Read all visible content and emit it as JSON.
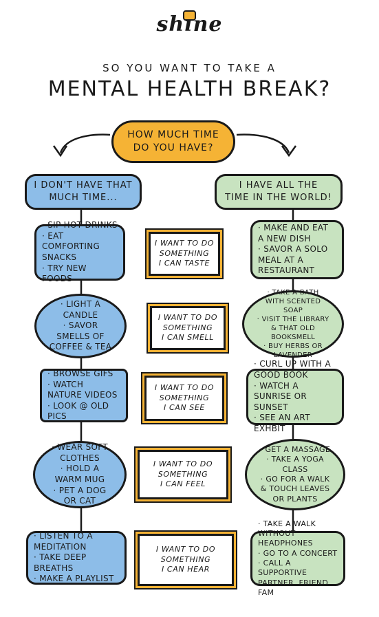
{
  "logo": {
    "text": "shine"
  },
  "heading": {
    "subtitle": "SO YOU WANT TO TAKE A",
    "title": "MENTAL HEALTH BREAK?"
  },
  "question": {
    "line1": "HOW MUCH TIME",
    "line2": "DO YOU HAVE?"
  },
  "left_header": {
    "line1": "I DON'T HAVE THAT",
    "line2": "MUCH TIME..."
  },
  "right_header": {
    "line1": "I HAVE ALL THE",
    "line2": "TIME IN THE WORLD!"
  },
  "rows": [
    {
      "sense": [
        "I WANT TO DO",
        "SOMETHING",
        "I CAN TASTE"
      ],
      "short": [
        "· SIP HOT DRINKS",
        "· EAT COMFORTING SNACKS",
        "· TRY NEW FOODS"
      ],
      "long": [
        "· MAKE AND EAT A NEW DISH",
        "· SAVOR A SOLO MEAL AT A RESTAURANT"
      ]
    },
    {
      "sense": [
        "I WANT TO DO",
        "SOMETHING",
        "I CAN SMELL"
      ],
      "short": [
        "· LIGHT A CANDLE",
        "· SAVOR SMELLS OF COFFEE & TEA"
      ],
      "long": [
        "· TAKE A BATH WITH SCENTED SOAP",
        "· VISIT THE LIBRARY & THAT OLD BOOKSMELL",
        "· BUY HERBS OR LAVENDER"
      ]
    },
    {
      "sense": [
        "I WANT TO DO",
        "SOMETHING",
        "I CAN SEE"
      ],
      "short": [
        "· BROWSE GIFS",
        "· WATCH NATURE VIDEOS",
        "· LOOK @ OLD PICS"
      ],
      "long": [
        "· CURL UP WITH A GOOD BOOK",
        "· WATCH A SUNRISE OR SUNSET",
        "· SEE AN ART EXHBIT"
      ]
    },
    {
      "sense": [
        "I WANT TO DO",
        "SOMETHING",
        "I CAN FEEL"
      ],
      "short": [
        "· WEAR SOFT CLOTHES",
        "· HOLD A WARM MUG",
        "· PET A DOG OR CAT"
      ],
      "long": [
        "· GET A MASSAGE",
        "· TAKE A YOGA CLASS",
        "· GO FOR A WALK & TOUCH LEAVES OR PLANTS"
      ]
    },
    {
      "sense": [
        "I WANT TO DO",
        "SOMETHING",
        "I CAN HEAR"
      ],
      "short": [
        "· LISTEN TO A MEDITATION",
        "· TAKE DEEP BREATHS",
        "· MAKE A PLAYLIST"
      ],
      "long": [
        "· TAKE A WALK WITHOUT HEADPHONES",
        "· GO TO A CONCERT",
        "· CALL A SUPPORTIVE PARTNER, FRIEND, FAM"
      ]
    }
  ],
  "colors": {
    "accent_yellow": "#f5b335",
    "short_blue": "#8dbde8",
    "long_green": "#c8e3c0",
    "ink": "#1a1a1a"
  }
}
